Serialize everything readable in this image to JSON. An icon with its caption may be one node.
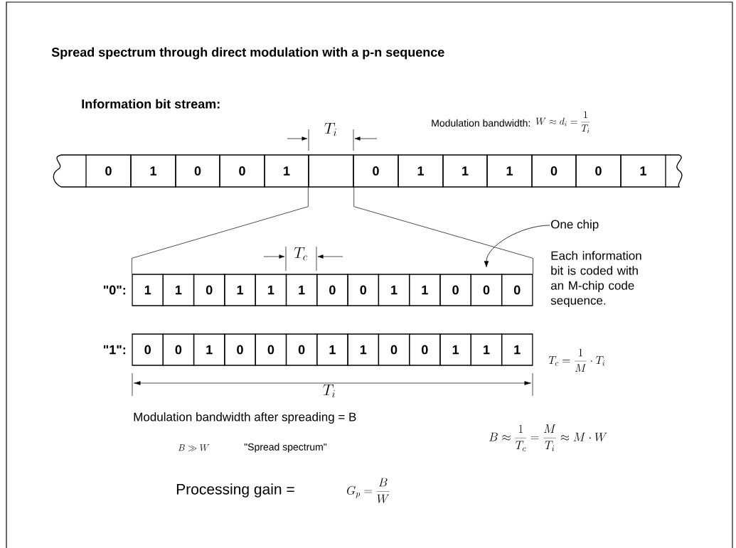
{
  "diagram": {
    "title": "Spread spectrum through direct modulation with a p-n sequence",
    "nodes": [
      {
        "text": [
          "0"
        ]
      },
      {
        "text": [
          "1"
        ]
      },
      {
        "text": [
          "0"
        ]
      },
      {
        "text": [
          "0"
        ]
      },
      {
        "text": [
          "1"
        ]
      },
      {
        "text": [],
        "shape": "box"
      },
      {
        "text": [
          "0"
        ]
      },
      {
        "text": [
          "1"
        ]
      },
      {
        "text": [
          "1"
        ]
      },
      {
        "text": [
          "1"
        ]
      },
      {
        "text": [
          "0"
        ]
      },
      {
        "text": [
          "0"
        ]
      },
      {
        "text": [
          "1"
        ]
      },
      {
        "text": [
          "1"
        ]
      },
      {
        "text": [
          "1"
        ]
      },
      {
        "text": [
          "0"
        ]
      },
      {
        "text": [
          "1"
        ]
      },
      {
        "text": [
          "1"
        ]
      },
      {
        "text": [
          "1"
        ]
      },
      {
        "text": [
          "0"
        ]
      },
      {
        "text": [
          "0"
        ]
      },
      {
        "text": [
          "1"
        ]
      },
      {
        "text": [
          "1"
        ]
      },
      {
        "text": [
          "0"
        ]
      },
      {
        "text": [
          "0"
        ]
      },
      {
        "text": [
          "0"
        ]
      },
      {
        "text": [
          "0"
        ]
      },
      {
        "text": [
          "0"
        ]
      },
      {
        "text": [
          "1"
        ]
      },
      {
        "text": [
          "0"
        ]
      },
      {
        "text": [
          "0"
        ]
      },
      {
        "text": [
          "0"
        ]
      },
      {
        "text": [
          "1"
        ]
      },
      {
        "text": [
          "1"
        ]
      },
      {
        "text": [
          "0"
        ]
      },
      {
        "text": [
          "0"
        ]
      },
      {
        "text": [
          "1"
        ]
      },
      {
        "text": [
          "1"
        ]
      },
      {
        "text": [
          "1"
        ]
      },
      {
        "text": [
          "One chip"
        ]
      }
    ],
    "edges": [
      {
        "from": 39,
        "to": 24,
        "arrow": "to"
      },
      {
        "from": 5,
        "to": 13,
        "arrow": "none"
      },
      {
        "from": 5,
        "to": 25,
        "arrow": "none"
      }
    ],
    "labels": [
      "Information bit stream:",
      "T_i",
      "Modulation bandwidth:",
      "W \\approx d_i = \\frac{1}{T_i}",
      "T_c",
      "\"0\":",
      "\"1\":",
      "Each information bit is coded with an M-chip code sequence.",
      "T_c = \\frac{1}{M} \\cdot T_i",
      "T_i",
      "Modulation bandwidth after spreading = B",
      "B \\gg W",
      "\"Spread spectrum\"",
      "B \\approx \\frac{1}{T_c} = \\frac{M}{T_i} \\approx M \\cdot W",
      "Processing gain =",
      "G_p = \\frac{B}{W}"
    ]
  }
}
